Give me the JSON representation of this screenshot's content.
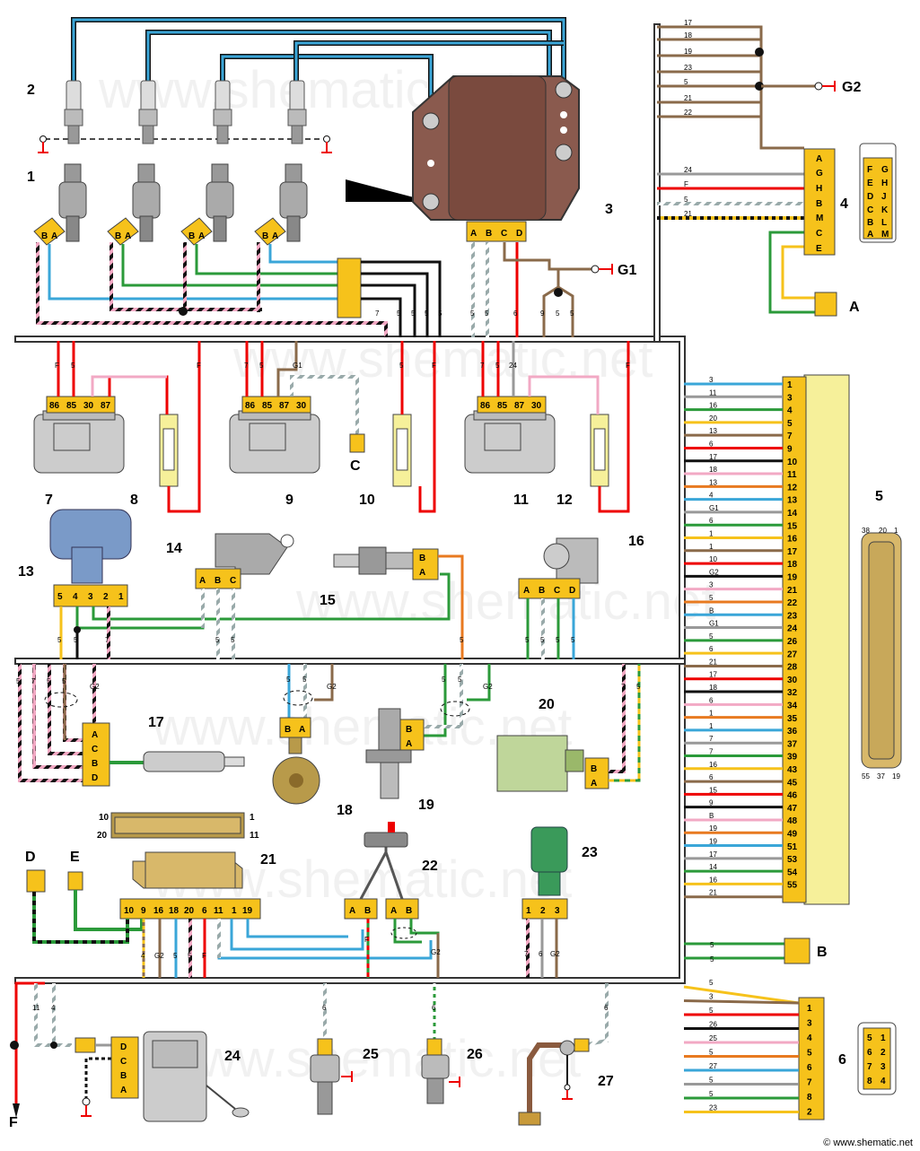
{
  "components": {
    "c1": "1",
    "c2": "2",
    "c3": "3",
    "c4": "4",
    "c5": "5",
    "c6": "6",
    "c7": "7",
    "c8": "8",
    "c9": "9",
    "c10": "10",
    "c11": "11",
    "c12": "12",
    "c13": "13",
    "c14": "14",
    "c15": "15",
    "c16": "16",
    "c17": "17",
    "c18": "18",
    "c19": "19",
    "c20": "20",
    "c21": "21",
    "c22": "22",
    "c23": "23",
    "c24": "24",
    "c25": "25",
    "c26": "26",
    "c27": "27"
  },
  "points": {
    "g1": "G1",
    "g2": "G2",
    "a": "A",
    "b": "B",
    "c": "C",
    "d": "D",
    "e": "E",
    "f": "F"
  },
  "connector4": {
    "pins": [
      "A",
      "G",
      "H",
      "B",
      "M",
      "C",
      "E"
    ],
    "wires": [
      "24",
      "F",
      "5",
      "21"
    ],
    "face": [
      "F",
      "G",
      "E",
      "H",
      "D",
      "J",
      "C",
      "K",
      "B",
      "L",
      "A",
      "M"
    ]
  },
  "connector6": {
    "pins": [
      "1",
      "3",
      "4",
      "5",
      "6",
      "7",
      "8",
      "2"
    ],
    "wires": [
      "5",
      "3",
      "5",
      "26",
      "25",
      "5",
      "27",
      "5",
      "5",
      "23"
    ],
    "face": [
      "5",
      "1",
      "6",
      "2",
      "7",
      "3",
      "8",
      "4"
    ]
  },
  "ecu": {
    "pins": [
      "1",
      "3",
      "4",
      "5",
      "7",
      "9",
      "10",
      "11",
      "12",
      "13",
      "14",
      "15",
      "16",
      "17",
      "18",
      "19",
      "21",
      "22",
      "23",
      "24",
      "26",
      "27",
      "28",
      "30",
      "32",
      "34",
      "35",
      "36",
      "37",
      "39",
      "43",
      "45",
      "46",
      "47",
      "48",
      "49",
      "51",
      "53",
      "54",
      "55"
    ],
    "wires": [
      "3",
      "11",
      "16",
      "20",
      "13",
      "6",
      "17",
      "18",
      "13",
      "4",
      "G1",
      "6",
      "1",
      "1",
      "10",
      "G2",
      "3",
      "5",
      "B",
      "G1",
      "5",
      "6",
      "21",
      "17",
      "18",
      "6",
      "1",
      "1",
      "7",
      "7",
      "16",
      "6",
      "15",
      "9",
      "B",
      "19",
      "19",
      "17",
      "14",
      "16",
      "21"
    ],
    "face_top": [
      "38",
      "20",
      "1"
    ],
    "face_bottom": [
      "55",
      "37",
      "19"
    ]
  },
  "g2_wires": [
    "17",
    "18",
    "19",
    "23",
    "5",
    "21",
    "22"
  ],
  "relays": {
    "r7": [
      "86",
      "85",
      "30",
      "87"
    ],
    "r9": [
      "86",
      "85",
      "87",
      "30"
    ],
    "r11": [
      "86",
      "85",
      "87",
      "30"
    ]
  },
  "relay_wires": {
    "r7": [
      "F",
      "5"
    ],
    "r9": [
      "7",
      "5",
      "G1"
    ],
    "r11": [
      "7",
      "5",
      "24"
    ],
    "f8": "F",
    "f10": [
      "5",
      "F"
    ],
    "f12": "F"
  },
  "ignition_module_pins": [
    "A",
    "B",
    "C",
    "D"
  ],
  "ignition_wires": [
    "5",
    "5",
    "6",
    "9",
    "5",
    "5"
  ],
  "injector_conn": [
    "B",
    "A"
  ],
  "injector_wires": [
    "7",
    "5",
    "5",
    "5",
    "5"
  ],
  "sensors": {
    "s13": [
      "5",
      "4",
      "3",
      "2",
      "1"
    ],
    "s13_wires": [
      "5",
      "5",
      "7"
    ],
    "s14": [
      "A",
      "B",
      "C"
    ],
    "s14_wires": [
      "5",
      "5"
    ],
    "s15": [
      "B",
      "A"
    ],
    "s15_wire": "5",
    "s16": [
      "A",
      "B",
      "C",
      "D"
    ],
    "s16_wires": [
      "5",
      "5",
      "5",
      "5"
    ],
    "s17": [
      "A",
      "C",
      "B",
      "D"
    ],
    "s17_wires": [
      "5",
      "7",
      "5",
      "5",
      "G2"
    ],
    "s18": [
      "B",
      "A"
    ],
    "s18_wires": [
      "5",
      "5",
      "G2"
    ],
    "s19": [
      "B",
      "A"
    ],
    "s19_wires": [
      "5",
      "5",
      "G2"
    ],
    "s20": [
      "B",
      "A"
    ],
    "s20_wires": [
      "7",
      "5"
    ],
    "s21_face": [
      "10",
      "1",
      "20",
      "11"
    ],
    "s21": [
      "10",
      "9",
      "16",
      "18",
      "20",
      "6",
      "11",
      "1",
      "19"
    ],
    "s21_wires": [
      "4",
      "G2",
      "5",
      "5",
      "F"
    ],
    "s22": [
      "A",
      "B",
      "A",
      "B"
    ],
    "s22_wires": [
      "F",
      "G2"
    ],
    "s23": [
      "1",
      "2",
      "3"
    ],
    "s23_wires": [
      "7",
      "6",
      "G2"
    ],
    "s24": [
      "D",
      "C",
      "B",
      "A"
    ],
    "s24_wires": [
      "11",
      "4"
    ],
    "s25_wire": "6",
    "s26_wire": "6",
    "s27_wire": "6"
  },
  "b_wires": [
    "5",
    "5"
  ],
  "watermark": "www.shematic.net",
  "credit": "© www.shematic.net"
}
